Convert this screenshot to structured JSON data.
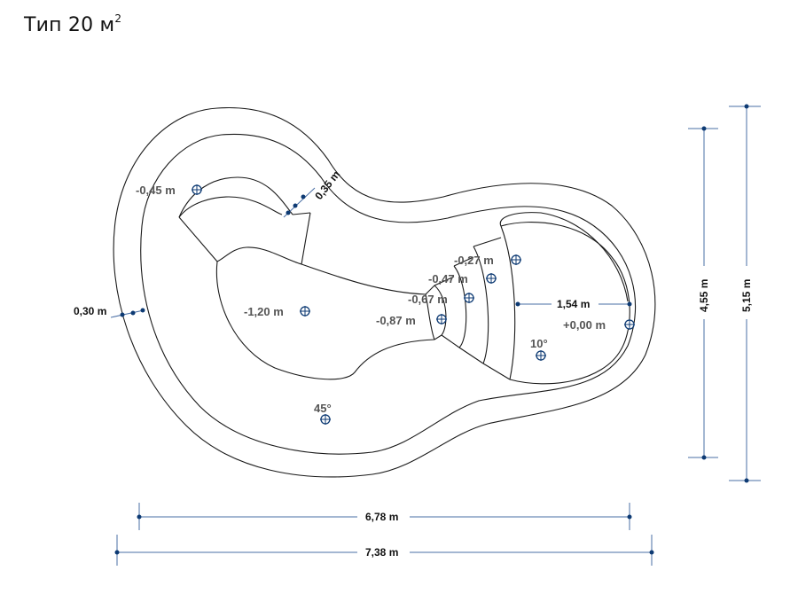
{
  "title": {
    "text": "Тип 20 м",
    "superscript": "2"
  },
  "dimensions": {
    "inner_length": "6,78 m",
    "outer_length": "7,38 m",
    "inner_width": "4,55 m",
    "outer_width": "5,15 m",
    "wall_left": "0,30 m",
    "wall_top": "0,35 m",
    "step_width": "1,54 m"
  },
  "depths": {
    "top_left_bench": "-0,45 m",
    "main_deep": "-1,20 m",
    "step_1": "-0,27 m",
    "step_2": "-0,47 m",
    "step_3": "-0,67 m",
    "step_4": "-0,87 m",
    "entry_level": "+0,00 m"
  },
  "slopes": {
    "entry_slope": "10°",
    "main_slope": "45°"
  },
  "colors": {
    "outline": "#1a1a1a",
    "dimension_line": "#4a6fa5",
    "marker": "#0d3a73",
    "depth_label": "#555555"
  }
}
